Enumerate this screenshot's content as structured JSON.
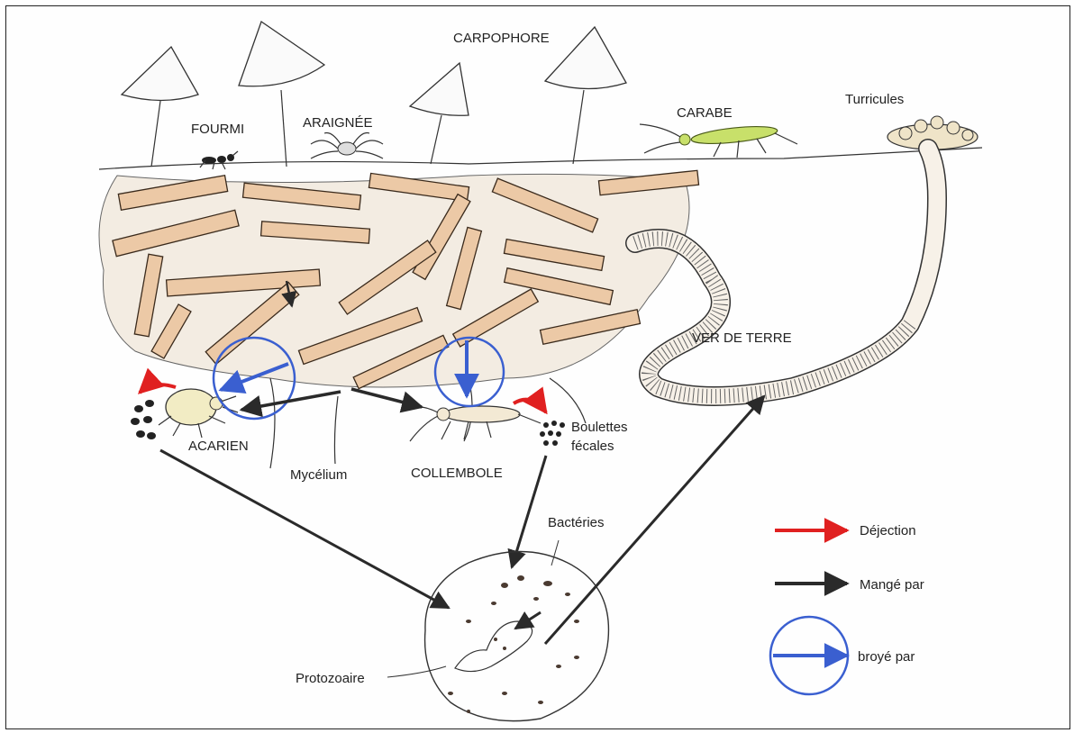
{
  "diagram": {
    "labels": {
      "carpophore": "CARPOPHORE",
      "fourmi": "FOURMI",
      "araignee": "ARAIGNÉE",
      "carabe": "CARABE",
      "turricules": "Turricules",
      "ver_de_terre": "VER DE TERRE",
      "acarien": "ACARIEN",
      "mycelium": "Mycélium",
      "collembole": "COLLEMBOLE",
      "boulettes_line1": "Boulettes",
      "boulettes_line2": "fécales",
      "bacteries": "Bactéries",
      "protozoaire": "Protozoaire"
    },
    "legend": {
      "dejection": "Déjection",
      "mange_par": "Mangé par",
      "broye_par": "broyé par"
    },
    "colors": {
      "dejection_arrow": "#e02020",
      "eaten_arrow": "#2a2a2a",
      "ground_circle": "#3a5fd0",
      "litter_fill": "#ecc9a6",
      "carabe_body": "#c8e06a"
    }
  }
}
